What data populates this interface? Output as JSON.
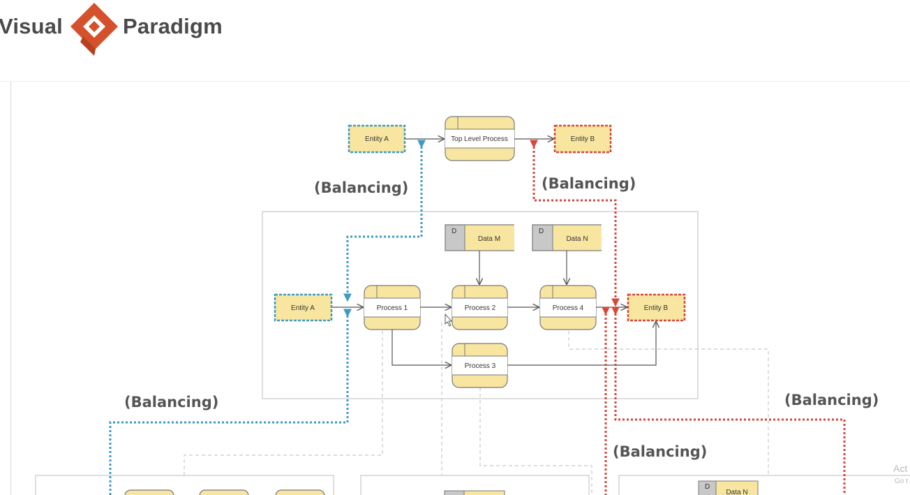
{
  "brand": {
    "word1": "Visual",
    "word2": "Paradigm",
    "accent": "#d4512b"
  },
  "diagram": {
    "top": {
      "entity_a": "Entity A",
      "process": "Top Level Process",
      "entity_b": "Entity B"
    },
    "mid": {
      "entity_a": "Entity A",
      "entity_b": "Entity B",
      "process_1": "Process 1",
      "process_2": "Process 2",
      "process_3": "Process 3",
      "process_4": "Process 4",
      "data_m": "Data M",
      "data_n": "Data N",
      "store_tag": "D"
    },
    "bottom": {
      "data_n": "Data N",
      "store_tag": "D"
    },
    "balancing": [
      "(Balancing)",
      "(Balancing)",
      "(Balancing)",
      "(Balancing)",
      "(Balancing)"
    ],
    "colors": {
      "blue": "#3e9bc1",
      "red": "#d6473a",
      "fill": "#f8e6a0",
      "store_gray": "#c8c8c8",
      "frame": "#bdbdbd"
    }
  },
  "watermark": {
    "line1": "Act",
    "line2": "Go t"
  }
}
